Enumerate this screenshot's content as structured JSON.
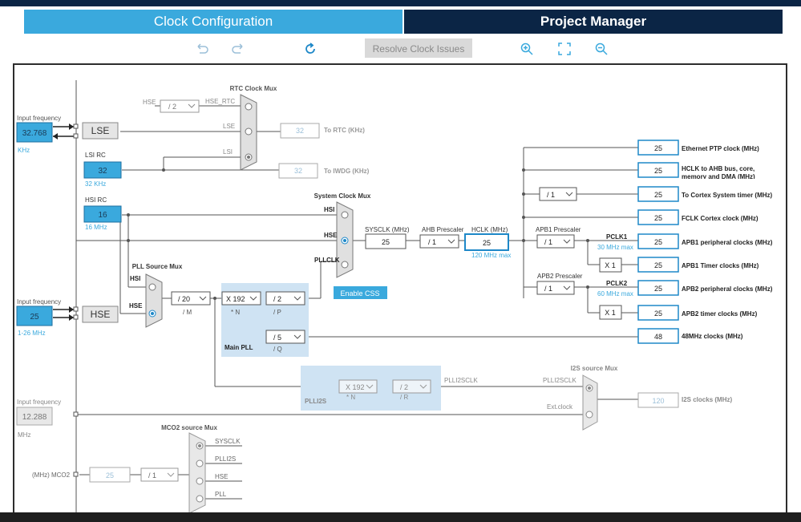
{
  "tabs": {
    "clock": "Clock Configuration",
    "project": "Project Manager"
  },
  "toolbar": {
    "resolve_label": "Resolve Clock Issues",
    "icons": [
      "undo-icon",
      "redo-icon",
      "refresh-icon",
      "zoom-in-icon",
      "fit-icon",
      "zoom-out-icon"
    ]
  },
  "colors": {
    "accent": "#3aa9dd",
    "navy": "#0b2545",
    "field_border": "#1e88c8",
    "pll_bg": "#cfe3f3"
  },
  "lse": {
    "section_label": "Input frequency",
    "value": "32.768",
    "unit": "KHz",
    "block": "LSE"
  },
  "lsi": {
    "title": "LSI RC",
    "value": "32",
    "sub": "32 KHz"
  },
  "hsi": {
    "title": "HSI RC",
    "value": "16",
    "sub": "16 MHz"
  },
  "hse": {
    "section_label": "Input frequency",
    "value": "25",
    "range": "1-26 MHz",
    "block": "HSE"
  },
  "i2s_ext": {
    "section_label": "Input frequency",
    "value": "12.288",
    "unit": "MHz"
  },
  "rtc": {
    "mux_title": "RTC Clock Mux",
    "hse_label": "HSE",
    "div": "/ 2",
    "hse_rtc": "HSE_RTC",
    "lse_label": "LSE",
    "lsi_label": "LSI",
    "rtc_value": "32",
    "rtc_out": "To RTC (KHz)",
    "iwdg_value": "32",
    "iwdg_out": "To IWDG (KHz)"
  },
  "sysmux": {
    "title": "System Clock Mux",
    "hsi": "HSI",
    "hse": "HSE",
    "pllclk": "PLLCLK",
    "css_button": "Enable CSS"
  },
  "pll": {
    "source_title": "PLL Source Mux",
    "hsi": "HSI",
    "hse": "HSE",
    "m_value": "/ 20",
    "m_label": "/ M",
    "n_value": "X 192",
    "n_label": "* N",
    "p_value": "/ 2",
    "p_label": "/ P",
    "q_value": "/ 5",
    "q_label": "/ Q",
    "main_label": "Main PLL"
  },
  "sysclk": {
    "label": "SYSCLK (MHz)",
    "value": "25",
    "ahb_label": "AHB Prescaler",
    "ahb_value": "/ 1",
    "hclk_label": "HCLK (MHz)",
    "hclk_value": "25",
    "hclk_max": "120 MHz max"
  },
  "apb1": {
    "label": "APB1 Prescaler",
    "value": "/ 1",
    "pclk_label": "PCLK1",
    "pclk_max": "30 MHz max",
    "timer_mult": "X 1"
  },
  "apb2": {
    "label": "APB2 Prescaler",
    "value": "/ 1",
    "pclk_label": "PCLK2",
    "pclk_max": "60 MHz max",
    "timer_mult": "X 1"
  },
  "cortex_div": "/ 1",
  "outputs": [
    {
      "value": "25",
      "label": "Ethernet PTP clock (MHz)"
    },
    {
      "value": "25",
      "label": "HCLK to AHB bus, core,"
    },
    {
      "value": "25",
      "label": "To Cortex System timer (MHz)"
    },
    {
      "value": "25",
      "label": "FCLK Cortex clock (MHz)"
    },
    {
      "value": "25",
      "label": "APB1 peripheral clocks (MHz)"
    },
    {
      "value": "25",
      "label": "APB1 Timer clocks (MHz)"
    },
    {
      "value": "25",
      "label": "APB2 peripheral clocks (MHz)"
    },
    {
      "value": "25",
      "label": "APB2 timer clocks (MHz)"
    },
    {
      "value": "48",
      "label": "48MHz clocks (MHz)"
    }
  ],
  "hclk_label_line2": "memory and DMA (MHz)",
  "plli2s": {
    "n_value": "X 192",
    "n_label": "* N",
    "r_value": "/ 2",
    "r_label": "/ R",
    "title": "PLLI2S",
    "clk_label": "PLLI2SCLK"
  },
  "i2s": {
    "mux_title": "I2S source Mux",
    "in_label": "PLLI2SCLK",
    "ext_label": "Ext.clock",
    "out_value": "120",
    "out_label": "I2S clocks (MHz)"
  },
  "mco2": {
    "mux_title": "MCO2 source Mux",
    "sysclk": "SYSCLK",
    "plli2s": "PLLI2S",
    "hse": "HSE",
    "pll": "PLL",
    "div": "/ 1",
    "value": "25",
    "label": "(MHz) MCO2"
  }
}
